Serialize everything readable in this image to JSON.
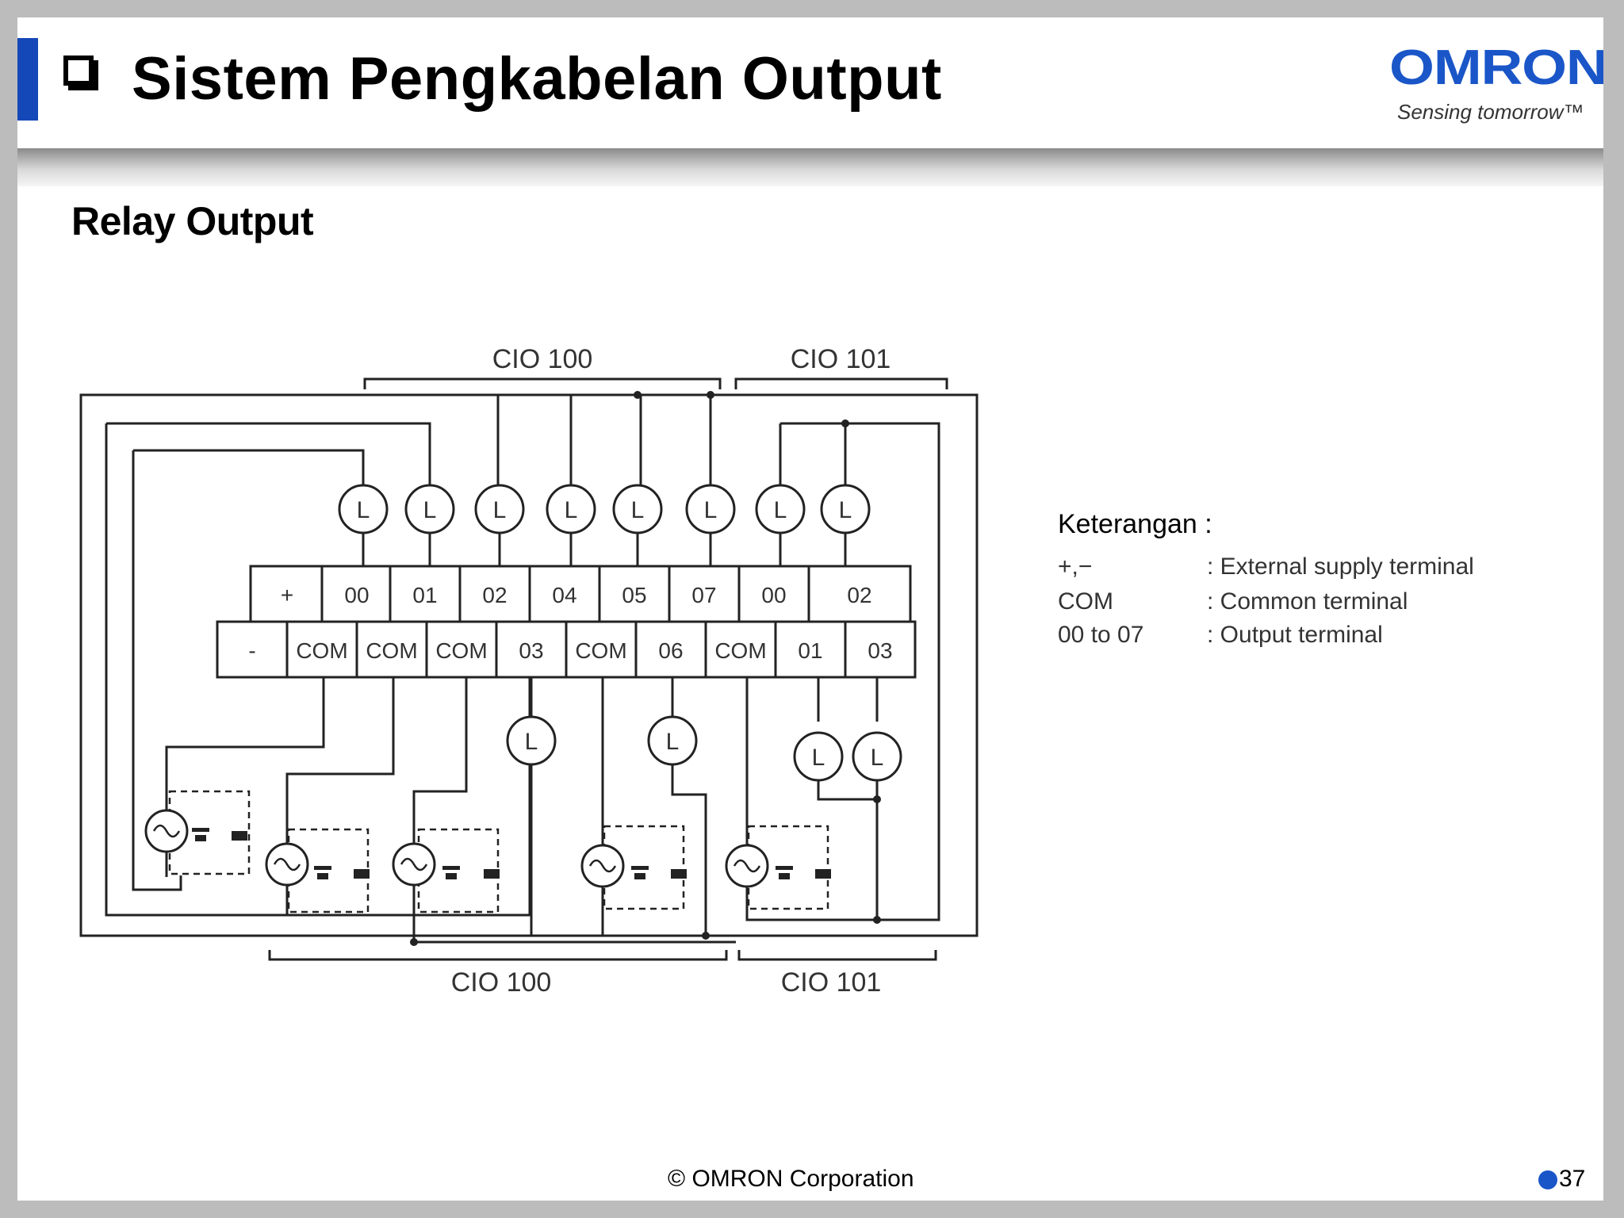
{
  "header": {
    "title": "Sistem Pengkabelan Output",
    "logo_text": "OMRON",
    "tagline": "Sensing tomorrow™",
    "accent_color": "#1448b8",
    "logo_color": "#1a56c8"
  },
  "subtitle": "Relay Output",
  "diagram": {
    "group_labels_top": [
      "CIO 100",
      "CIO 101"
    ],
    "group_labels_bottom": [
      "CIO 100",
      "CIO 101"
    ],
    "top_row_terminals": [
      "+",
      "00",
      "01",
      "02",
      "04",
      "05",
      "07",
      "00",
      "02"
    ],
    "bottom_row_terminals": [
      "-",
      "COM",
      "COM",
      "COM",
      "03",
      "COM",
      "06",
      "COM",
      "01",
      "03"
    ],
    "load_label": "L"
  },
  "legend": {
    "title": "Keterangan :",
    "rows": [
      {
        "key": "+,−",
        "desc": ": External supply terminal"
      },
      {
        "key": "COM",
        "desc": ": Common terminal"
      },
      {
        "key": "00 to 07",
        "desc": ": Output terminal"
      }
    ]
  },
  "footer": {
    "copyright": "© OMRON Corporation",
    "page_number": "37"
  }
}
